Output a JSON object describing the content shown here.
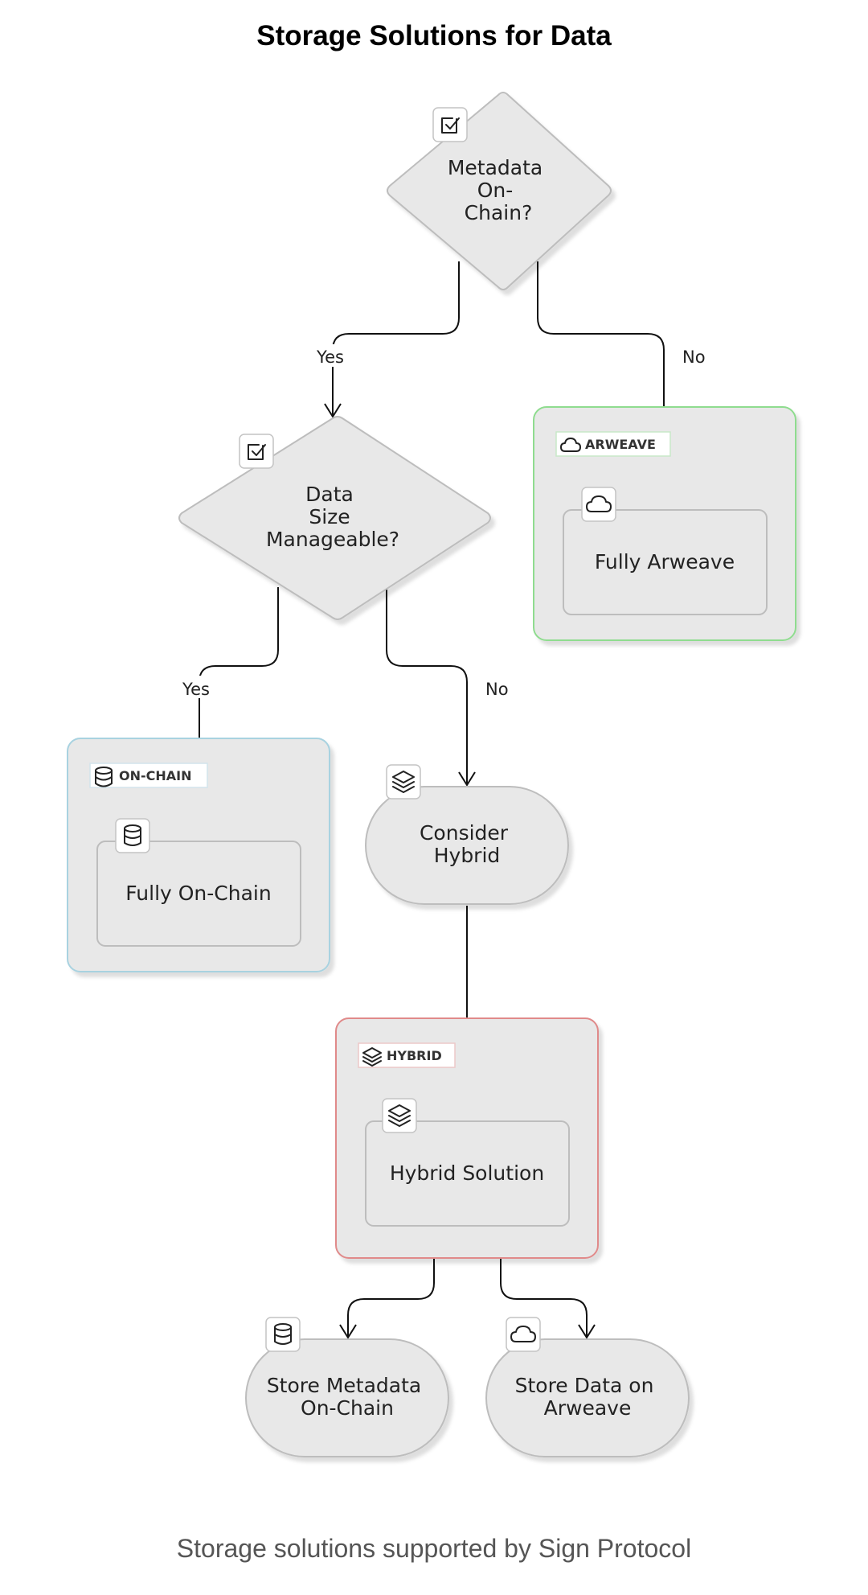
{
  "title": "Storage Solutions for Data",
  "caption": "Storage solutions supported by Sign Protocol",
  "nodes": {
    "metadata_on_chain": [
      "Metadata",
      "On-",
      "Chain?"
    ],
    "data_size": [
      "Data",
      "Size",
      "Manageable?"
    ],
    "fully_arweave": [
      "Fully Arweave"
    ],
    "fully_on_chain": [
      "Fully On-Chain"
    ],
    "consider_hybrid": [
      "Consider",
      "Hybrid"
    ],
    "hybrid_solution": [
      "Hybrid Solution"
    ],
    "store_metadata": [
      "Store Metadata",
      "On-Chain"
    ],
    "store_data": [
      "Store Data on",
      "Arweave"
    ]
  },
  "groups": {
    "arweave": "ARWEAVE",
    "on_chain": "ON-CHAIN",
    "hybrid": "HYBRID"
  },
  "edge_labels": {
    "q1_yes": "Yes",
    "q1_no": "No",
    "q2_yes": "Yes",
    "q2_no": "No"
  },
  "colors": {
    "node_fill": "#e8e8e8",
    "node_stroke": "#bdbdbd",
    "arweave_group": "#8fdc8f",
    "on_chain_group": "#a8d2e0",
    "hybrid_group": "#e08a8a",
    "edge": "#111111"
  },
  "icons": {
    "decision": "checkbox-icon",
    "arweave": "cloud-icon",
    "on_chain": "database-icon",
    "hybrid": "layers-icon"
  }
}
